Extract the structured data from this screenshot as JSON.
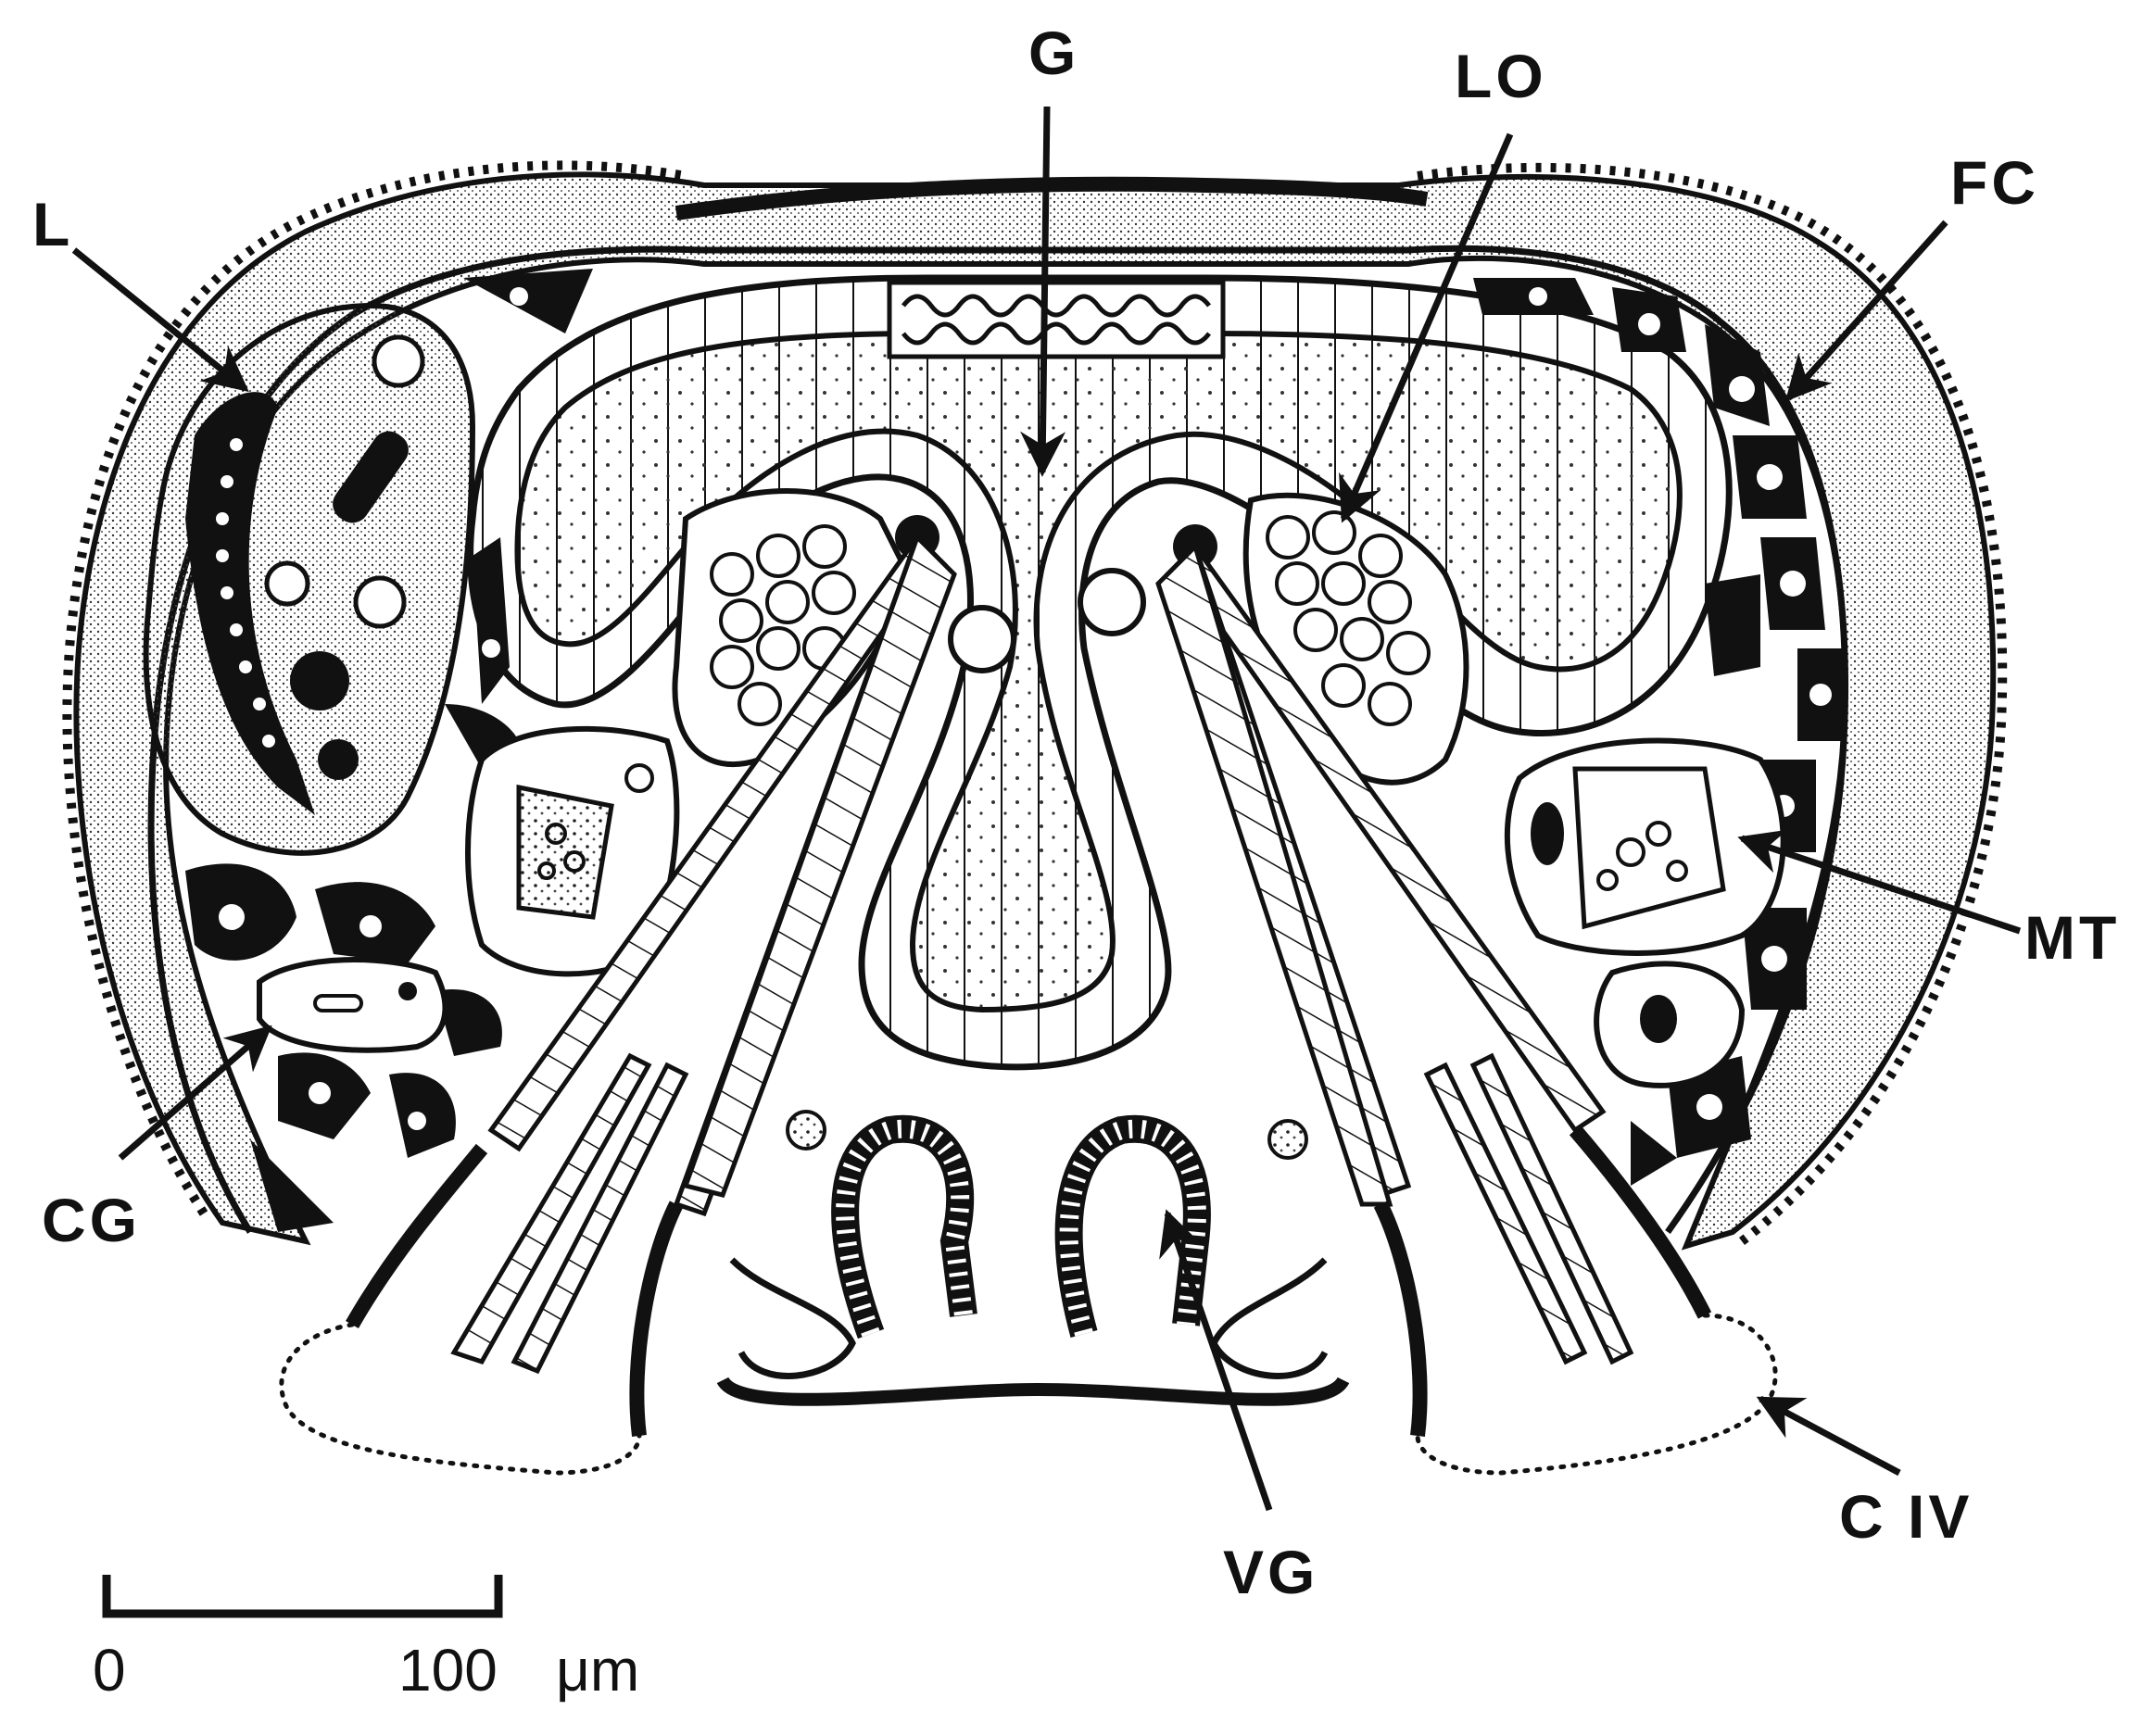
{
  "figure": {
    "labels": {
      "g": "G",
      "lo": "LO",
      "fc": "FC",
      "l": "L",
      "mt": "MT",
      "cg": "CG",
      "civ": "C IV",
      "vg": "VG"
    },
    "scale_bar": {
      "start": "0",
      "end": "100",
      "unit": "μm"
    }
  },
  "colors": {
    "ink": "#111111",
    "paper": "#ffffff",
    "stipple": "#f1f1f1"
  }
}
